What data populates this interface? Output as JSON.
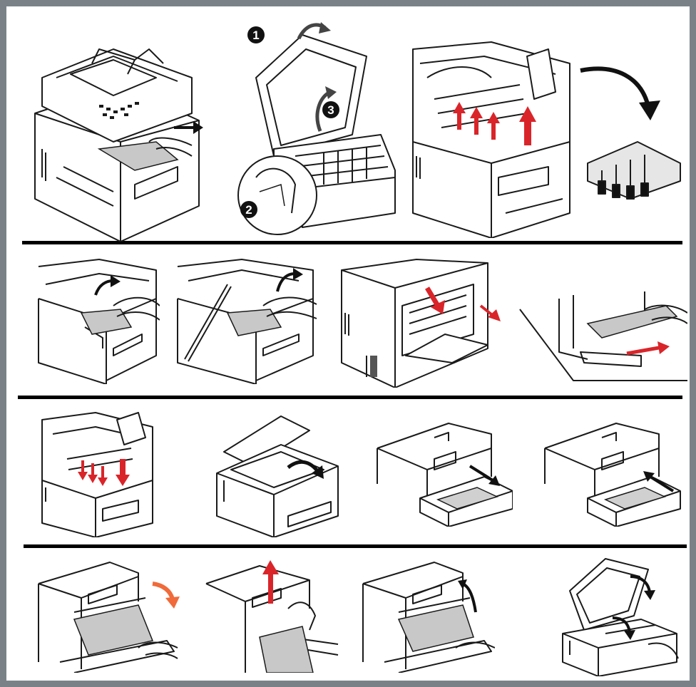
{
  "page": {
    "title": "",
    "background_color": "#7a8288",
    "panel_color": "#ffffff",
    "rule_color": "#000000"
  },
  "colors": {
    "line": "#1a1a1a",
    "paper": "#c8c8c8",
    "red_arrow": "#d9252a",
    "black_arrow": "#111111",
    "orange_arrow": "#f06a3a"
  },
  "rows": [
    {
      "id": "row-1",
      "panels": [
        {
          "name": "mfp-paper-jam-adf",
          "arrow": "black"
        },
        {
          "name": "open-scanner-and-top-cover",
          "step_badges": [
            "1",
            "2",
            "3"
          ]
        },
        {
          "name": "remove-image-drums",
          "arrow": "red"
        },
        {
          "name": "drums-covered",
          "arrow": "black"
        }
      ]
    },
    {
      "id": "row-2",
      "panels": [
        {
          "name": "lift-belt-remove-paper-front",
          "arrow": "black"
        },
        {
          "name": "lift-fuser-lever-remove-paper",
          "arrow": "black"
        },
        {
          "name": "open-rear-exit-cover",
          "arrow": "red"
        },
        {
          "name": "pull-paper-from-rear",
          "arrow": "red"
        }
      ]
    },
    {
      "id": "row-3",
      "panels": [
        {
          "name": "reinsert-image-drums",
          "arrow": "red"
        },
        {
          "name": "close-top-cover",
          "arrow": "black"
        },
        {
          "name": "pull-out-paper-tray",
          "arrow": "black"
        },
        {
          "name": "push-in-paper-tray",
          "arrow": "black"
        }
      ]
    },
    {
      "id": "row-4",
      "panels": [
        {
          "name": "open-front-cover",
          "arrow": "orange"
        },
        {
          "name": "remove-paper-upward",
          "arrow": "red"
        },
        {
          "name": "close-front-cover",
          "arrow": "black"
        },
        {
          "name": "close-scanner",
          "arrow": "black"
        }
      ]
    }
  ]
}
